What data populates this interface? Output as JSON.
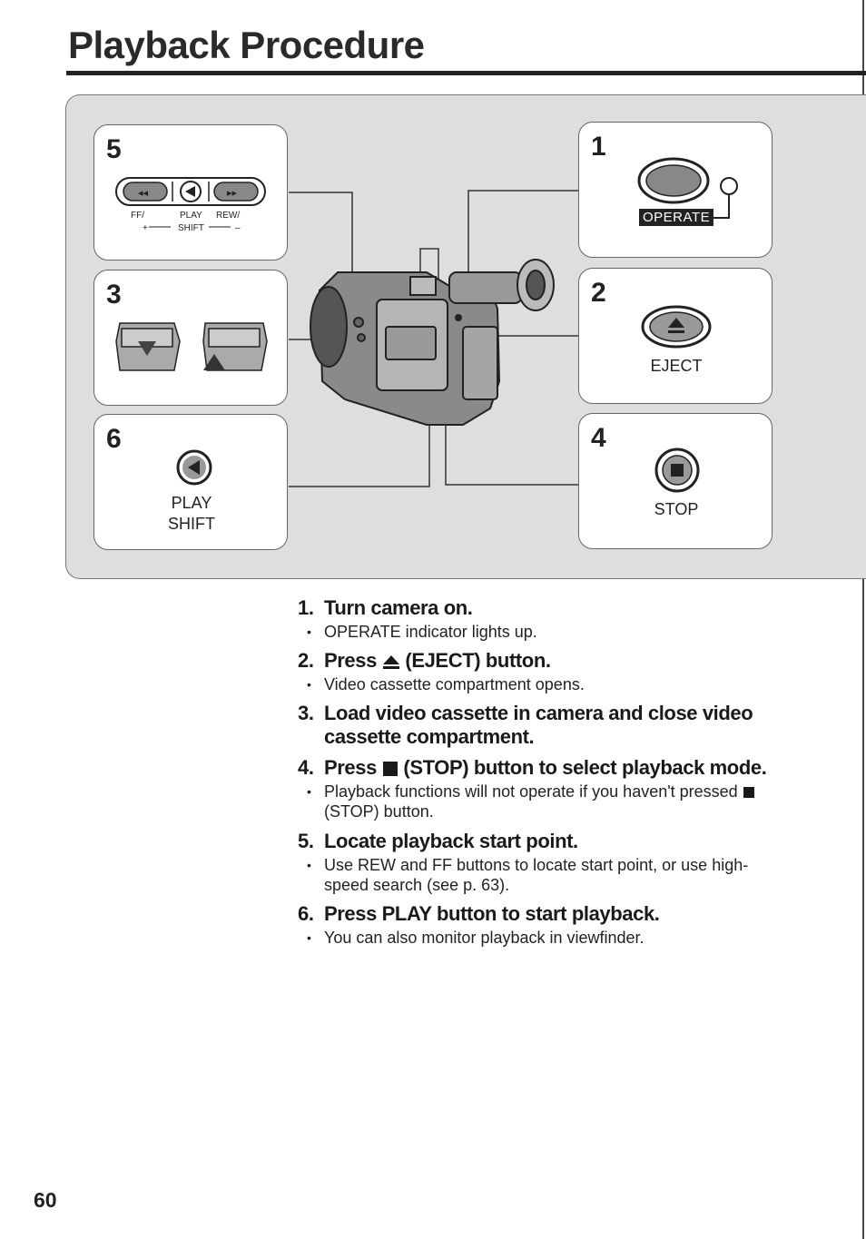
{
  "page": {
    "title": "Playback Procedure",
    "page_number": "60"
  },
  "figure": {
    "panels": [
      {
        "id": "5",
        "number": "5",
        "labels": {
          "ff": "FF/",
          "play": "PLAY",
          "rew": "REW/",
          "plus": "+",
          "shift": "SHIFT",
          "minus": "–"
        }
      },
      {
        "id": "3",
        "number": "3"
      },
      {
        "id": "6",
        "number": "6",
        "label_line1": "PLAY",
        "label_line2": "SHIFT"
      },
      {
        "id": "1",
        "number": "1",
        "indicator_label": "OPERATE"
      },
      {
        "id": "2",
        "number": "2",
        "label": "EJECT"
      },
      {
        "id": "4",
        "number": "4",
        "label": "STOP"
      }
    ]
  },
  "steps": [
    {
      "num": "1.",
      "heading": "Turn camera on.",
      "bullets": [
        {
          "text": "OPERATE indicator lights up."
        }
      ]
    },
    {
      "num": "2.",
      "heading_before": "Press",
      "icon": "eject-icon",
      "heading_after": "(EJECT) button.",
      "bullets": [
        {
          "text": "Video cassette compartment opens."
        }
      ]
    },
    {
      "num": "3.",
      "heading_line1": "Load video cassette in camera and close video",
      "heading_line2": "cassette compartment.",
      "bullets": []
    },
    {
      "num": "4.",
      "heading_before": "Press",
      "icon": "stop-icon",
      "heading_after": "(STOP) button to select playback mode.",
      "bullets": [
        {
          "line1": "Playback functions will not operate if you haven't pressed",
          "line2": "(STOP) button."
        }
      ]
    },
    {
      "num": "5.",
      "heading": "Locate playback start point.",
      "bullets": [
        {
          "line1": "Use REW and FF buttons to locate start point, or use high-",
          "line2": "speed search (see p. 63)."
        }
      ]
    },
    {
      "num": "6.",
      "heading": "Press PLAY button to start playback.",
      "bullets": [
        {
          "text": "You can also monitor playback in viewfinder."
        }
      ]
    }
  ]
}
